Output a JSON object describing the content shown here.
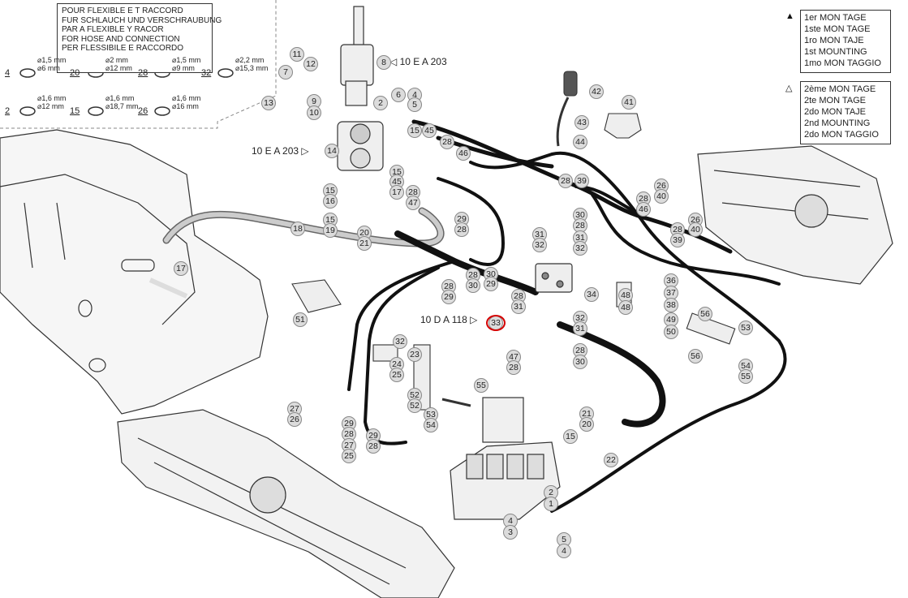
{
  "note_box": {
    "lines": [
      "POUR FLEXIBLE E    T RACCORD",
      "FUR SCHLAUCH UND VERSCHRAUBUNG",
      "PAR A FLEXIBLE    Y RACOR",
      "FOR HOSE     AND CONNECTION",
      "PER FLESSIBILE E RACCORDO"
    ]
  },
  "mounting_first": {
    "symbol": "▲",
    "lines": [
      "1er MON  TAGE",
      "1ste MON  TAGE",
      "1ro MON  TAJE",
      "1st MOUNTING",
      "1mo MON  TAGGIO"
    ]
  },
  "mounting_second": {
    "symbol": "△",
    "lines": [
      "2ème MON  TAGE",
      "2te MON  TAGE",
      "2do MON  TAJE",
      "2nd MOUNTING",
      "2do MON  TAGGIO"
    ]
  },
  "seal_legend": [
    {
      "num": "4",
      "dims": [
        "⌀1,5 mm",
        "⌀6 mm"
      ]
    },
    {
      "num": "20",
      "dims": [
        "⌀2 mm",
        "⌀12 mm"
      ]
    },
    {
      "num": "28",
      "dims": [
        "⌀1,5 mm",
        "⌀9 mm"
      ]
    },
    {
      "num": "32",
      "dims": [
        "⌀2,2 mm",
        "⌀15,3 mm"
      ]
    },
    {
      "num": "2",
      "dims": [
        "⌀1,6 mm",
        "⌀12 mm"
      ]
    },
    {
      "num": "15",
      "dims": [
        "⌀1,6 mm",
        "⌀18,7 mm"
      ]
    },
    {
      "num": "26",
      "dims": [
        "⌀1,6 mm",
        "⌀16 mm"
      ]
    }
  ],
  "cross_refs": [
    {
      "id": "r1",
      "text": "10 E A 203"
    },
    {
      "id": "r2",
      "text": "10 E A 203"
    },
    {
      "id": "r3",
      "text": "10 D A 118"
    }
  ],
  "callouts": [
    "8",
    "7",
    "11",
    "12",
    "13",
    "9",
    "10",
    "14",
    "2",
    "6",
    "4",
    "5",
    "15",
    "45",
    "28",
    "46",
    "15",
    "45",
    "17",
    "28",
    "47",
    "15",
    "16",
    "15",
    "19",
    "18",
    "17",
    "20",
    "21",
    "51",
    "42",
    "43",
    "44",
    "41",
    "28",
    "39",
    "30",
    "28",
    "31",
    "32",
    "31",
    "32",
    "34",
    "36",
    "37",
    "38",
    "48",
    "48",
    "49",
    "50",
    "56",
    "53",
    "56",
    "54",
    "55",
    "32",
    "31",
    "28",
    "30",
    "47",
    "28",
    "26",
    "40",
    "28",
    "46",
    "26",
    "40",
    "28",
    "39",
    "29",
    "28",
    "30",
    "29",
    "28",
    "29",
    "28",
    "30",
    "28",
    "31",
    "32",
    "23",
    "24",
    "25",
    "52",
    "52",
    "55",
    "53",
    "54",
    "27",
    "26",
    "29",
    "28",
    "29",
    "28",
    "27",
    "25",
    "21",
    "20",
    "15",
    "22",
    "2",
    "1",
    "4",
    "3",
    "5",
    "4",
    "33"
  ],
  "highlighted_part": "33"
}
